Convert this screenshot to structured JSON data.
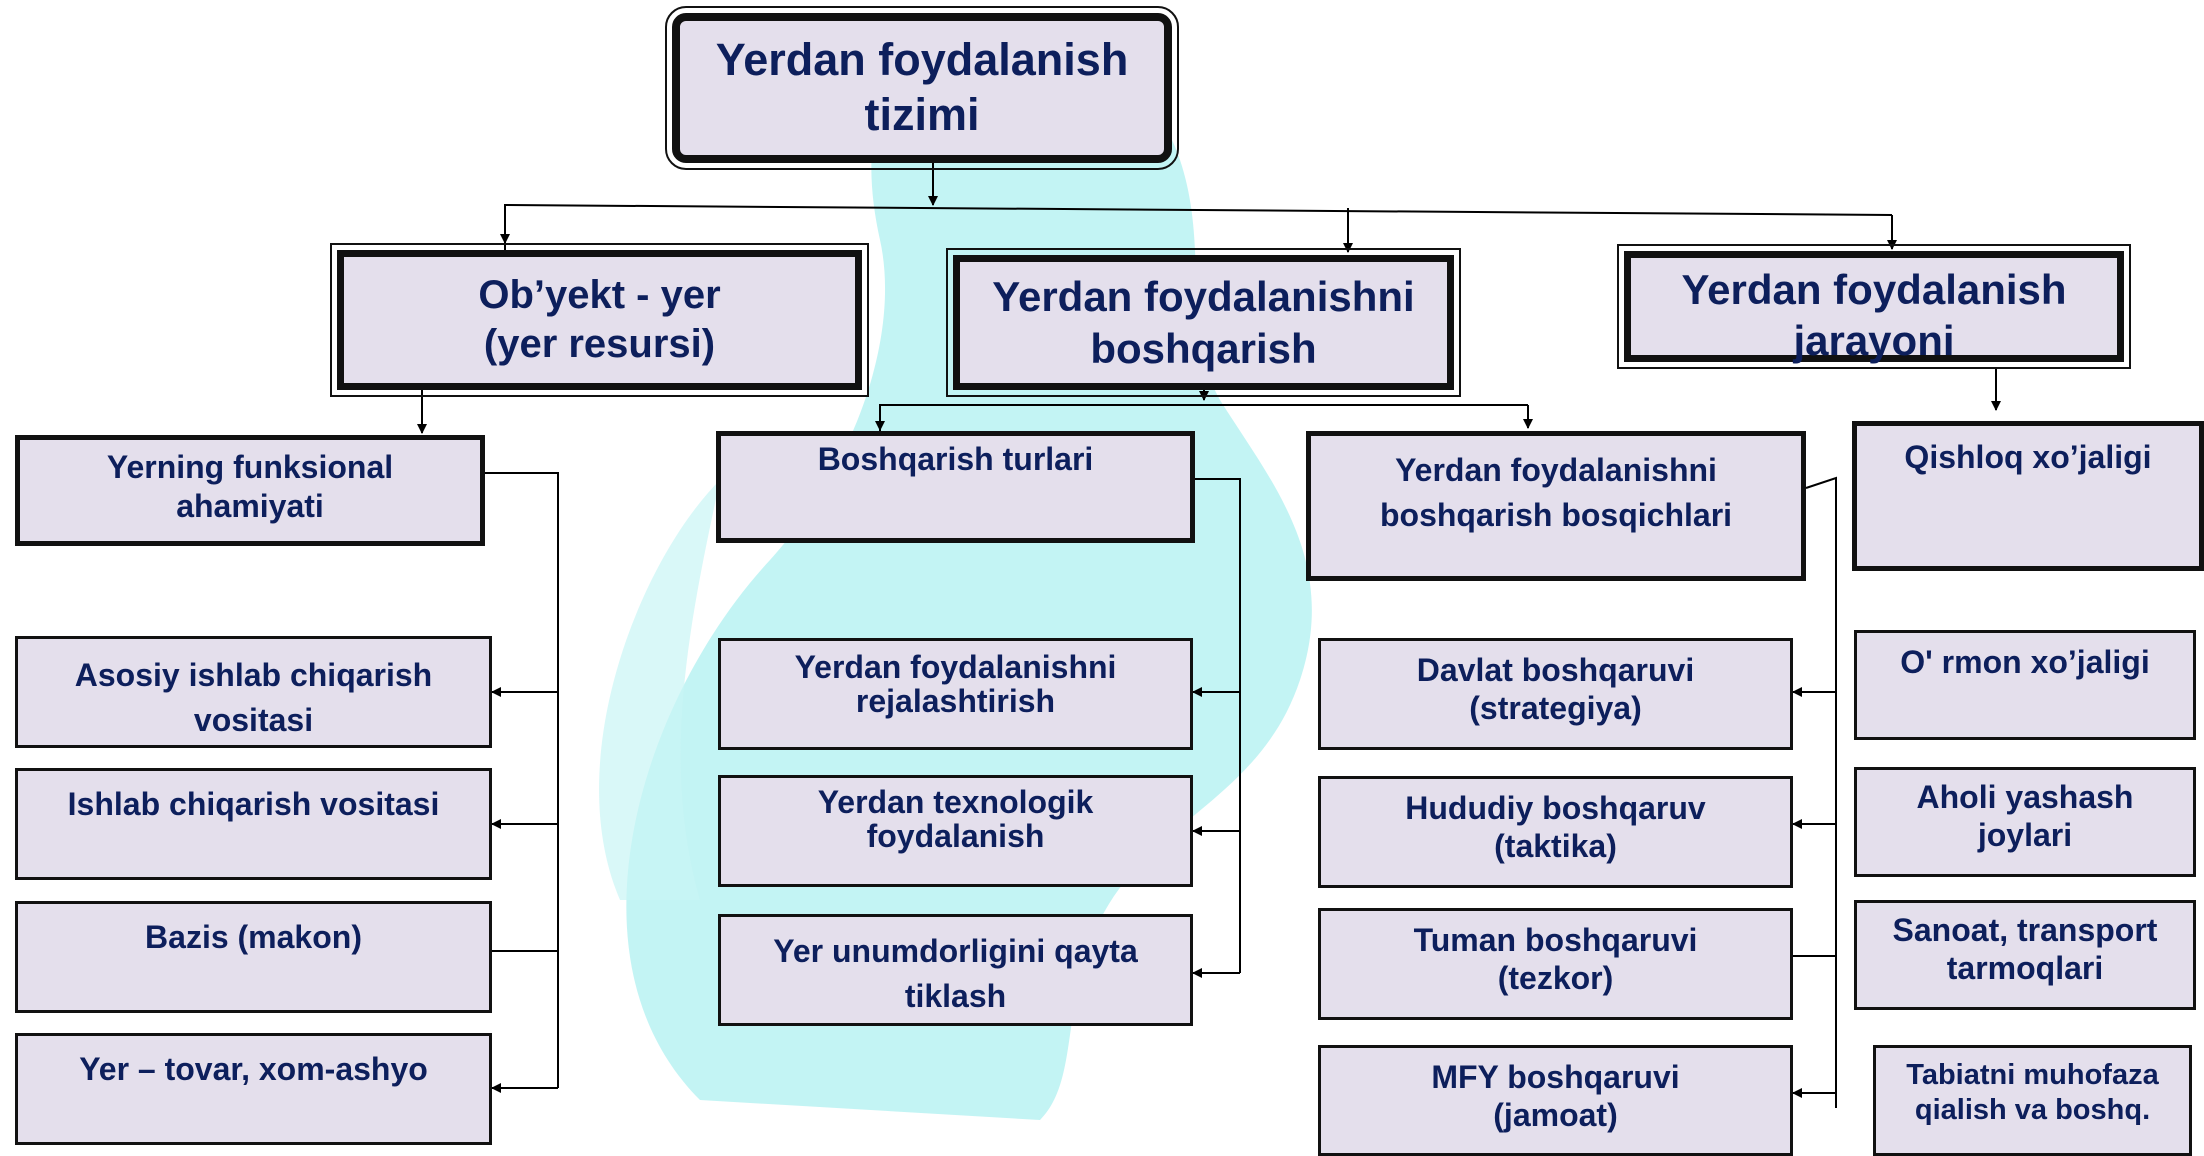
{
  "root": {
    "line1": "Yerdan foydalanish",
    "line2": "tizimi"
  },
  "level1": [
    {
      "line1": "Ob’yekt - yer",
      "line2": "(yer resursi)"
    },
    {
      "line1": "Yerdan foydalanishni",
      "line2": "boshqarish"
    },
    {
      "line1": "Yerdan foydalanish",
      "line2": "jarayoni"
    }
  ],
  "col1": {
    "header": {
      "line1": "Yerning funksional",
      "line2": "ahamiyati"
    },
    "items": [
      {
        "line1": "Asosiy ishlab chiqarish",
        "line2": "vositasi"
      },
      {
        "line1": "Ishlab chiqarish vositasi",
        "line2": ""
      },
      {
        "line1": "Bazis (makon)",
        "line2": ""
      },
      {
        "line1": "Yer – tovar, xom-ashyo",
        "line2": ""
      }
    ]
  },
  "col2": {
    "header": {
      "line1": "Boshqarish turlari",
      "line2": ""
    },
    "items": [
      {
        "line1": "Yerdan foydalanishni",
        "line2": "rejalashtirish"
      },
      {
        "line1": "Yerdan texnologik",
        "line2": "foydalanish"
      },
      {
        "line1": "Yer unumdorligini qayta",
        "line2": "tiklash"
      }
    ]
  },
  "col3": {
    "header": {
      "line1": "Yerdan foydalanishni",
      "line2": "boshqarish bosqichlari"
    },
    "items": [
      {
        "line1": "Davlat boshqaruvi",
        "line2": "(strategiya)"
      },
      {
        "line1": "Hududiy boshqaruv",
        "line2": "(taktika)"
      },
      {
        "line1": "Tuman boshqaruvi",
        "line2": "(tezkor)"
      },
      {
        "line1": "MFY boshqaruvi",
        "line2": "(jamoat)"
      }
    ]
  },
  "col4": {
    "items": [
      {
        "line1": "Qishloq xo’jaligi",
        "line2": ""
      },
      {
        "line1": "O' rmon xo’jaligi",
        "line2": ""
      },
      {
        "line1": "Aholi yashash",
        "line2": "joylari"
      },
      {
        "line1": "Sanoat, transport",
        "line2": "tarmoqlari"
      },
      {
        "line1": "Tabiatni muhofaza",
        "line2": "qialish va boshq."
      }
    ]
  },
  "colors": {
    "box_fill": "#e4dfec",
    "text": "#0d1f5c",
    "border": "#111111",
    "background_shape": "#b8f2f2"
  }
}
